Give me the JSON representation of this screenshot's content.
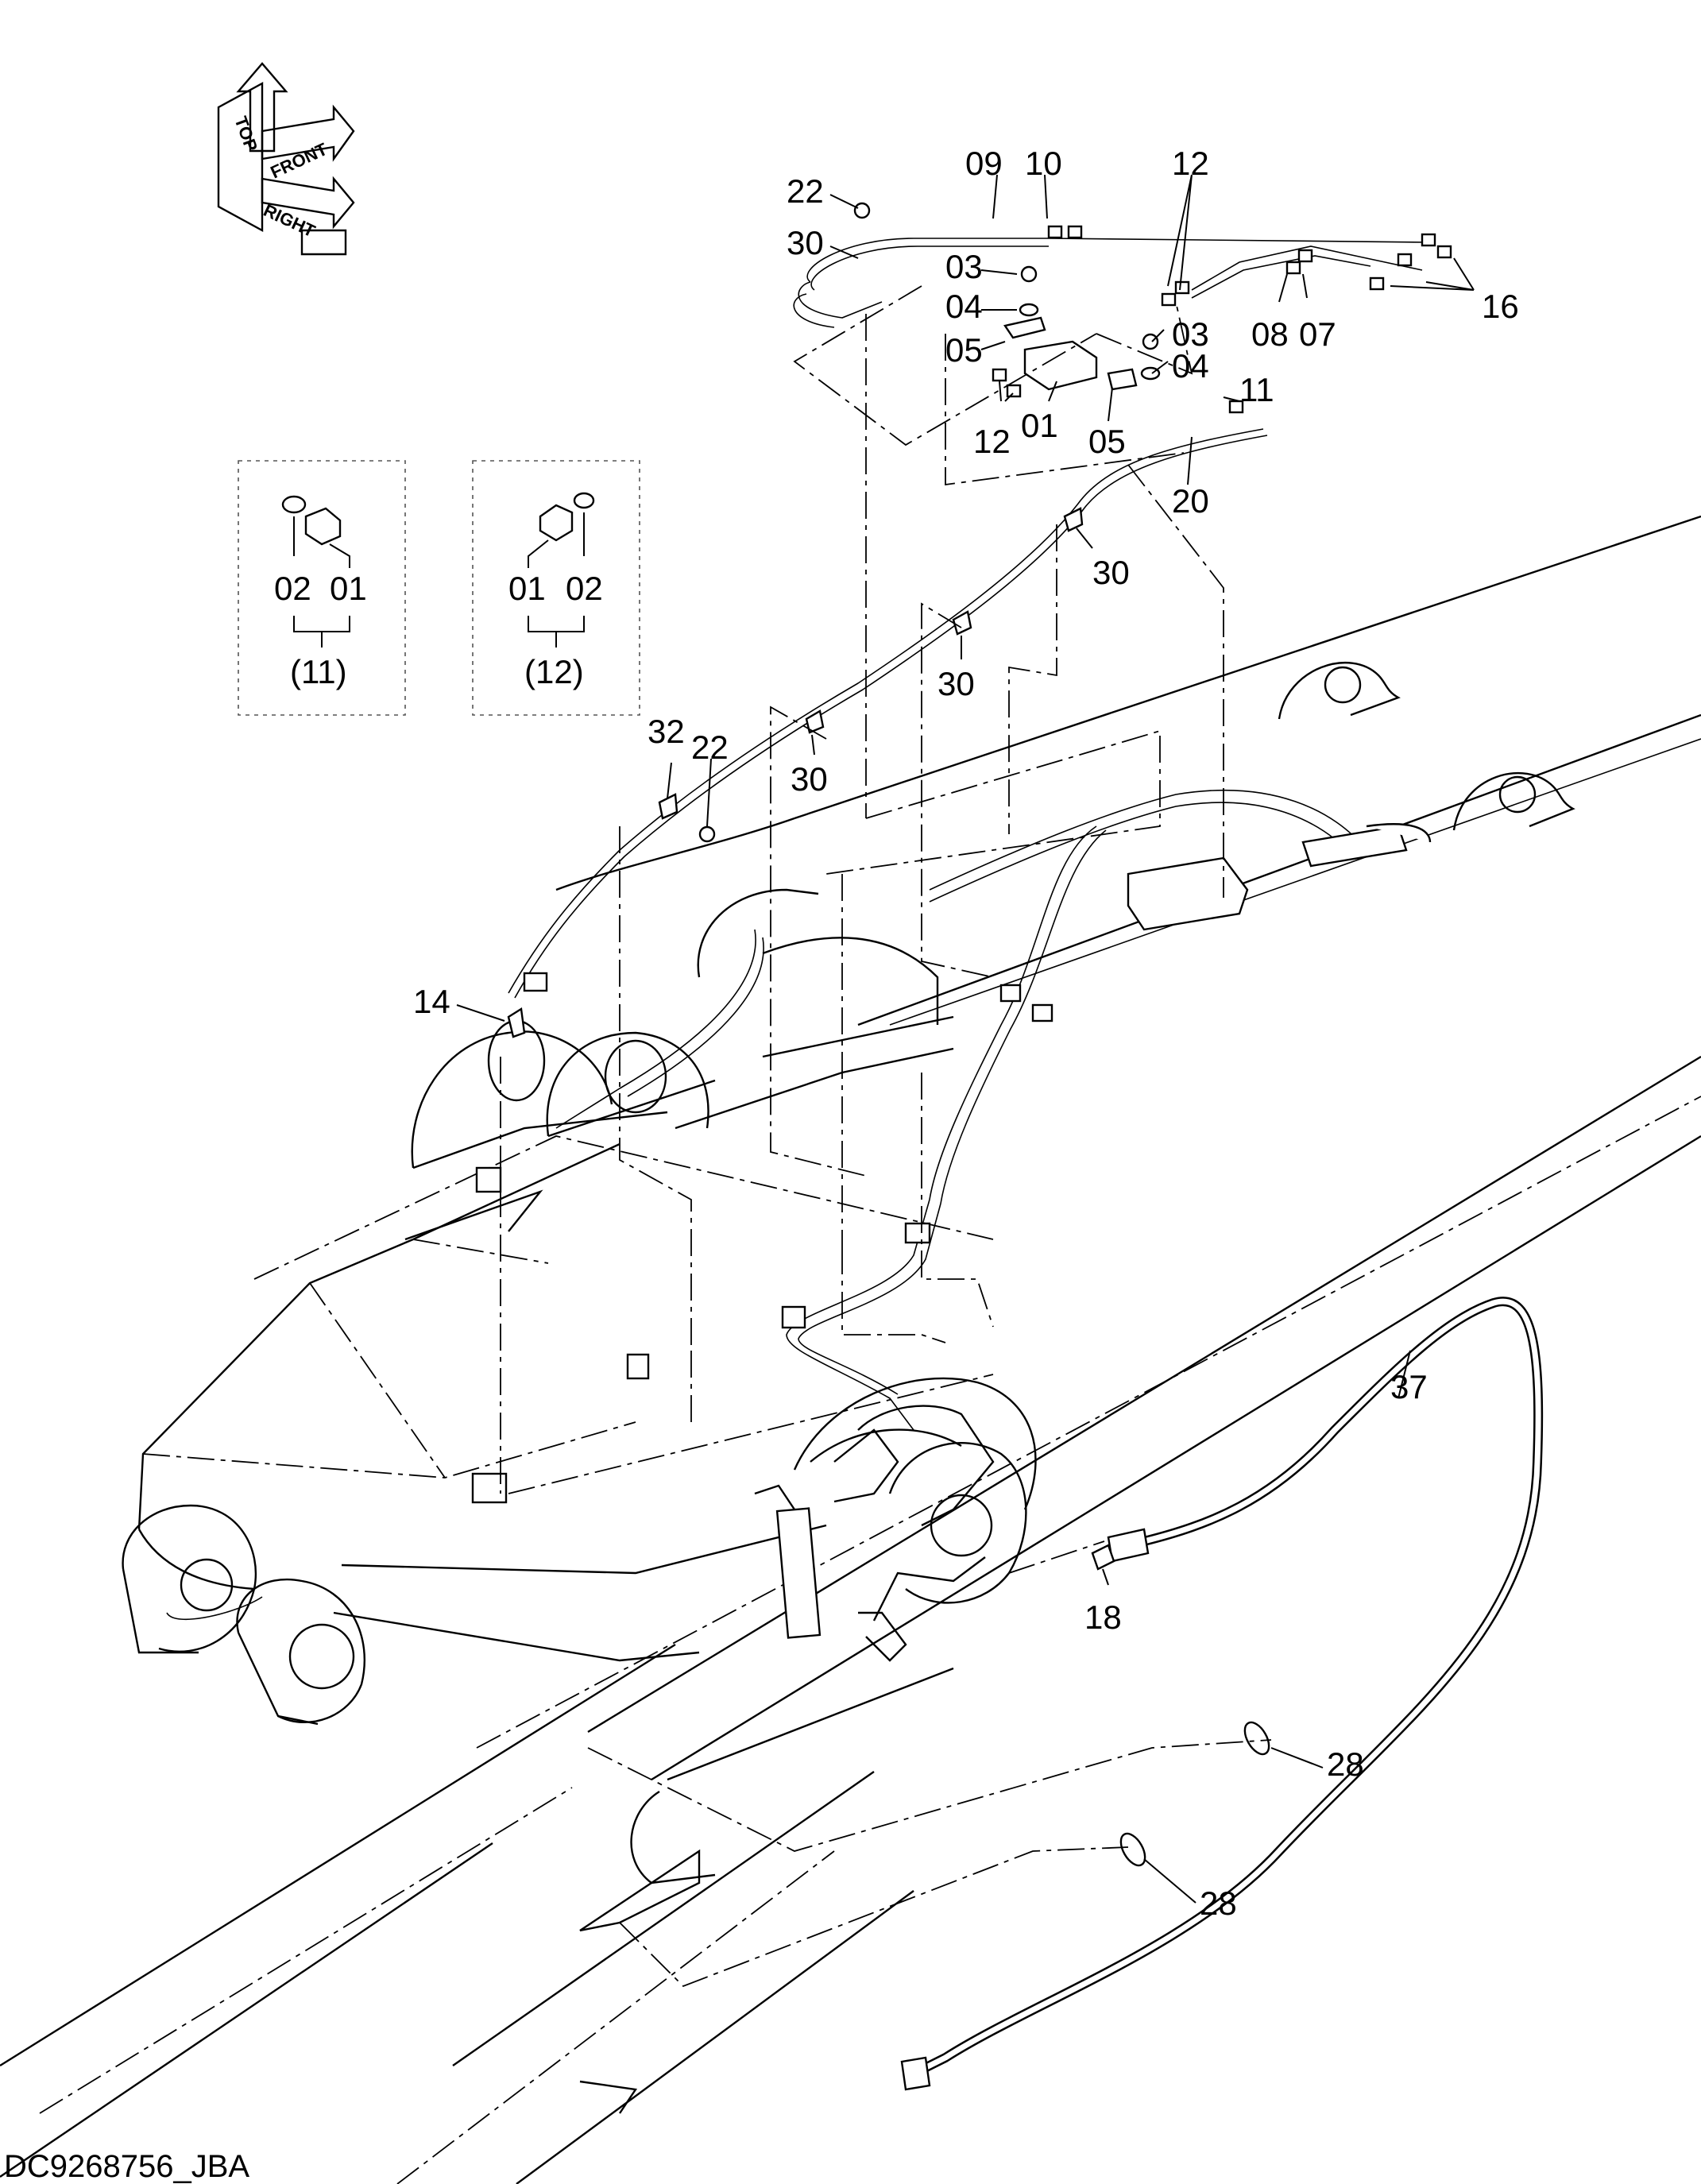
{
  "diagram_code": "DC9268756_JBA",
  "orientation": {
    "top": "TOP",
    "front": "FRONT",
    "right": "RIGHT"
  },
  "detail_11": {
    "items": [
      "02",
      "01"
    ],
    "caption": "(11)"
  },
  "detail_12": {
    "items": [
      "01",
      "02"
    ],
    "caption": "(12)"
  },
  "callouts": {
    "c09": "09",
    "c10": "10",
    "c12a": "12",
    "c22a": "22",
    "c30a": "30",
    "c03a": "03",
    "c04a": "04",
    "c05a": "05",
    "c16": "16",
    "c08": "08",
    "c07": "07",
    "c03b": "03",
    "c04b": "04",
    "c11": "11",
    "c12b": "12",
    "c01": "01",
    "c05b": "05",
    "c20": "20",
    "c30b": "30",
    "c30c": "30",
    "c32": "32",
    "c22b": "22",
    "c30d": "30",
    "c14": "14",
    "c37": "37",
    "c18": "18",
    "c28a": "28",
    "c28b": "28"
  }
}
